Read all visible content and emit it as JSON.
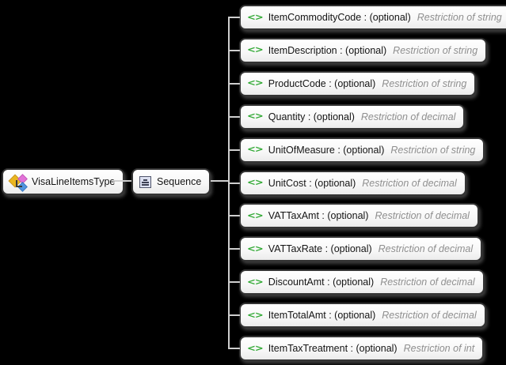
{
  "diagram": {
    "root": {
      "label": "VisaLineItemsType",
      "icon": "complex-type-icon"
    },
    "compositor": {
      "label": "Sequence",
      "icon": "sequence-icon"
    },
    "element_icon_glyph": "<>",
    "items": [
      {
        "label": "ItemCommodityCode : (optional)",
        "restriction": "Restriction of string"
      },
      {
        "label": "ItemDescription : (optional)",
        "restriction": "Restriction of string"
      },
      {
        "label": "ProductCode : (optional)",
        "restriction": "Restriction of string"
      },
      {
        "label": "Quantity : (optional)",
        "restriction": "Restriction of decimal"
      },
      {
        "label": "UnitOfMeasure : (optional)",
        "restriction": "Restriction of string"
      },
      {
        "label": "UnitCost : (optional)",
        "restriction": "Restriction of decimal"
      },
      {
        "label": "VATTaxAmt : (optional)",
        "restriction": "Restriction of decimal"
      },
      {
        "label": "VATTaxRate : (optional)",
        "restriction": "Restriction of decimal"
      },
      {
        "label": "DiscountAmt : (optional)",
        "restriction": "Restriction of decimal"
      },
      {
        "label": "ItemTotalAmt : (optional)",
        "restriction": "Restriction of decimal"
      },
      {
        "label": "ItemTaxTreatment : (optional)",
        "restriction": "Restriction of int"
      }
    ],
    "colors": {
      "background": "#000000",
      "element_icon_green": "#2fa832",
      "connector_gray": "#cfcfcf",
      "restriction_gray": "#8f8f8f",
      "node_border": "#343434"
    }
  }
}
